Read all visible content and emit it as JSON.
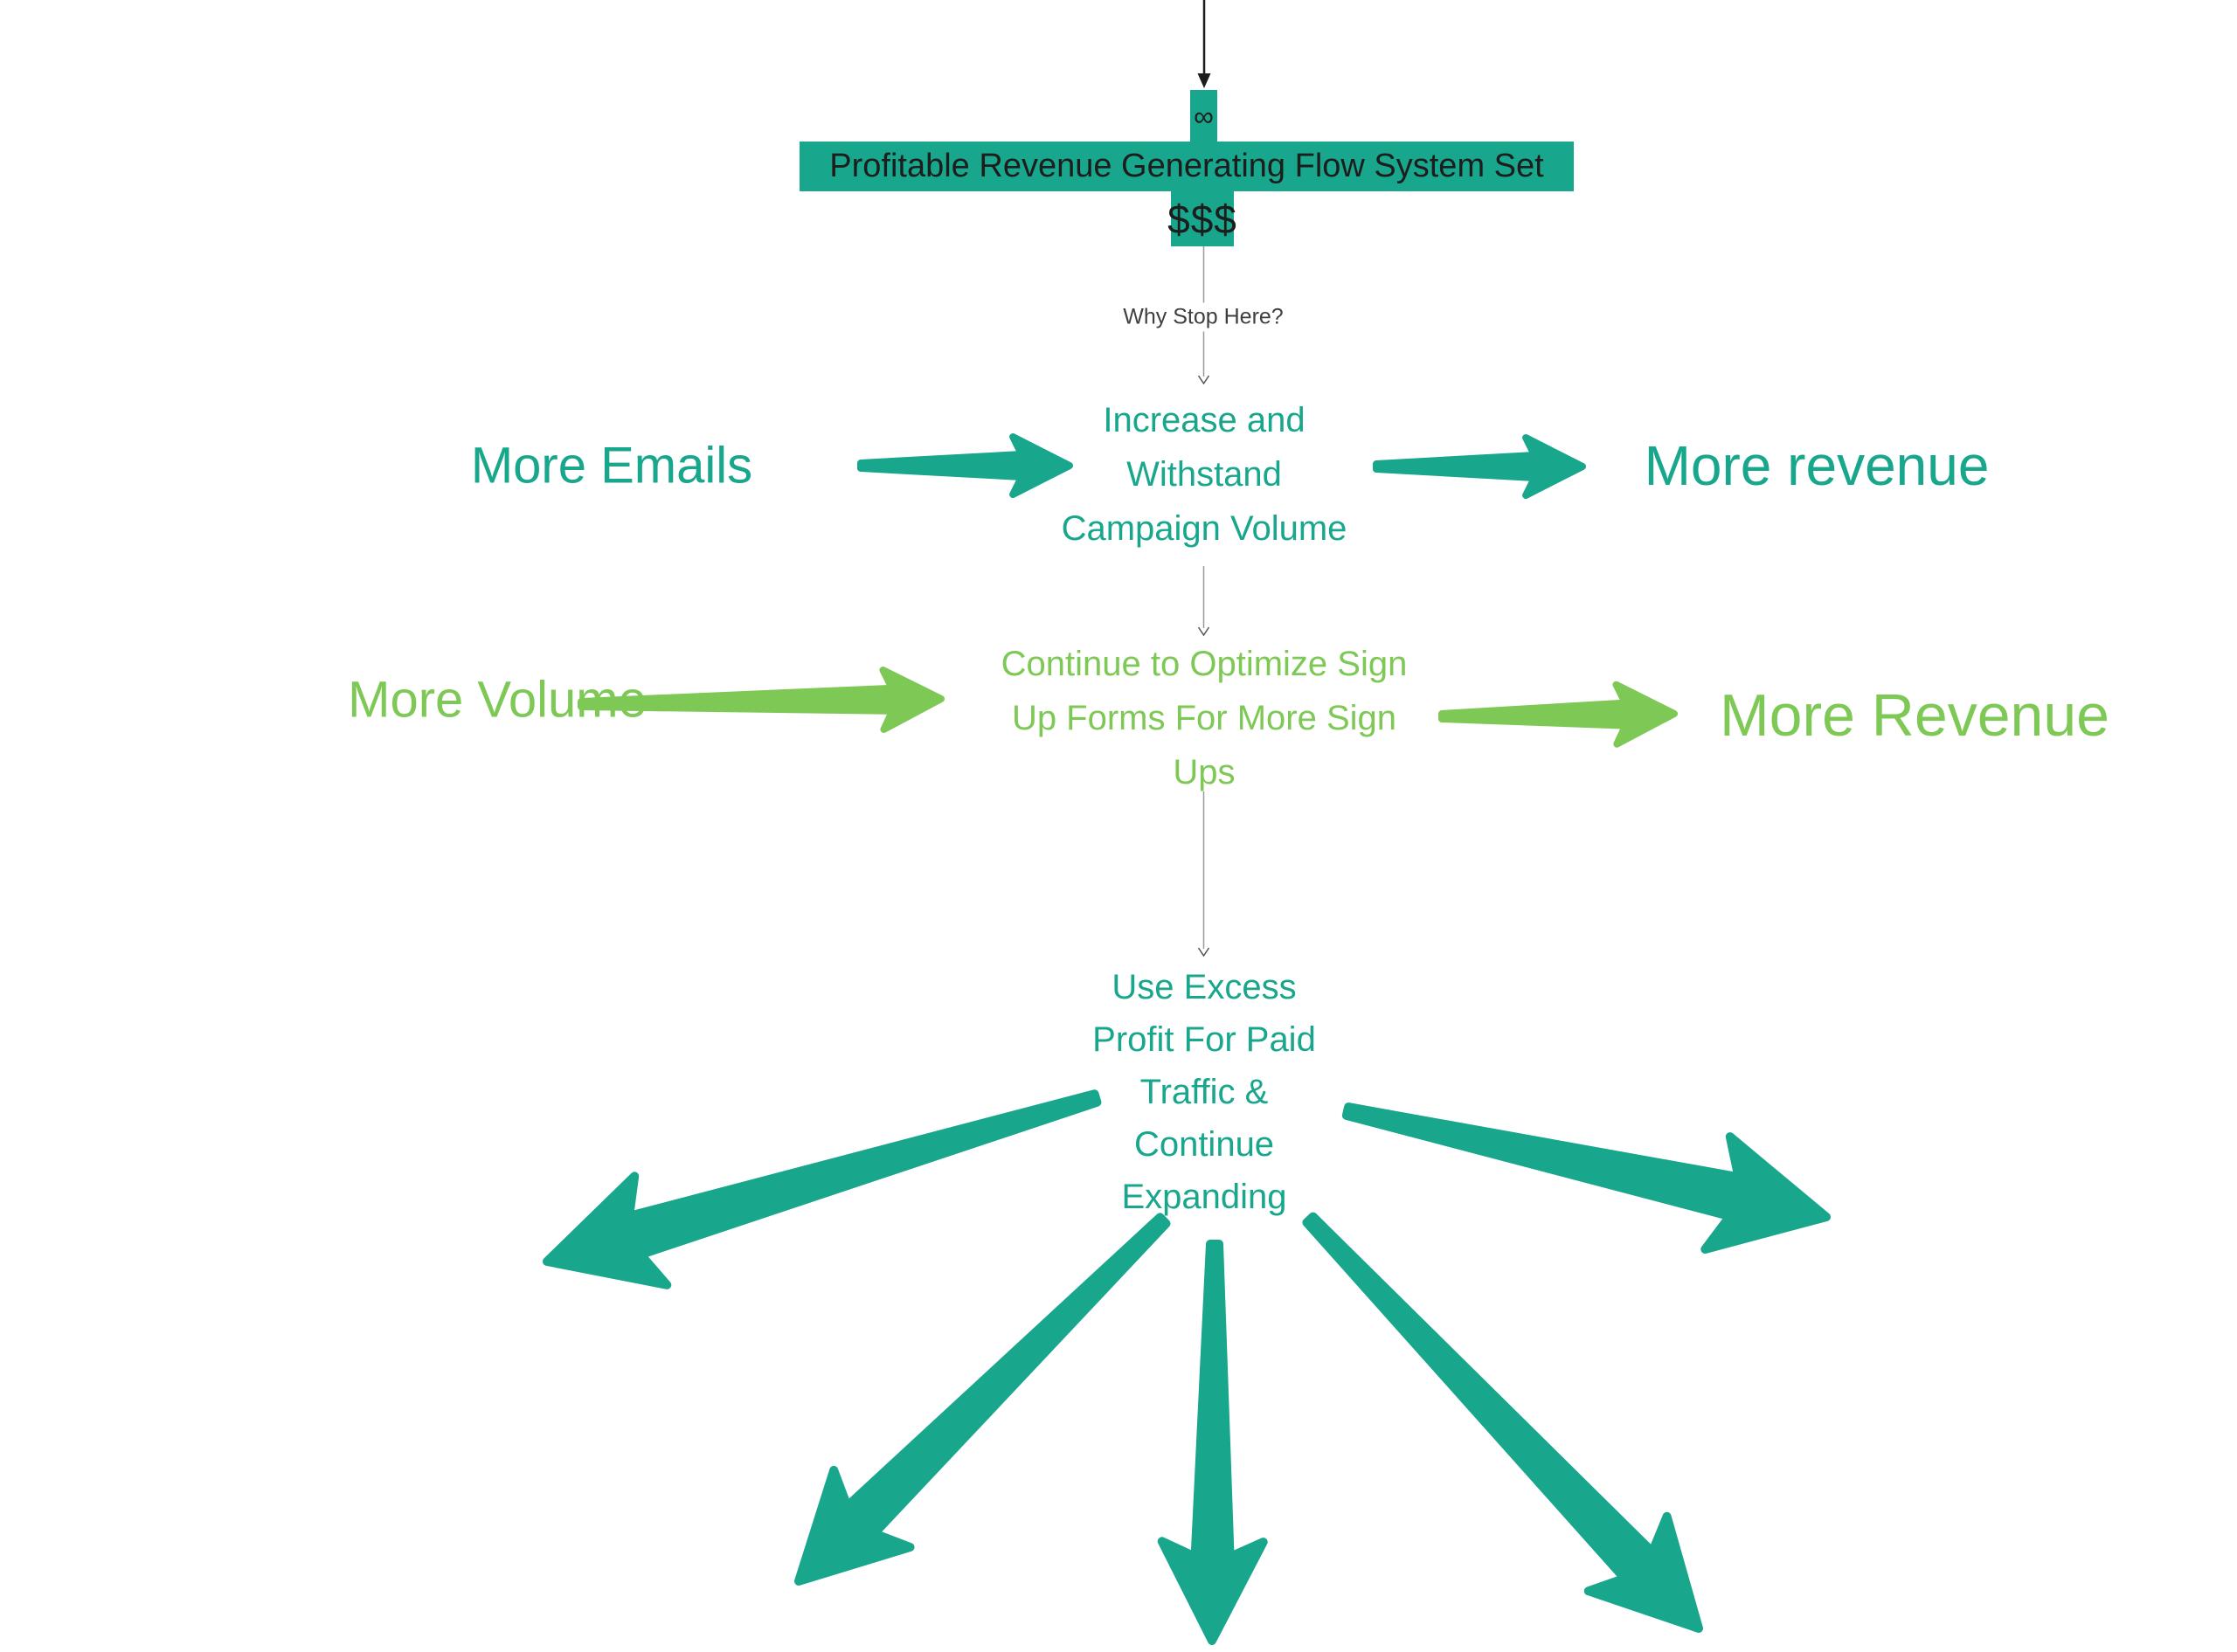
{
  "colors": {
    "teal": "#18a78c",
    "green": "#7ec855",
    "black": "#1d1d1d",
    "connector_gray": "#9a9a9a",
    "connector_head": "#555555",
    "dark_text": "#3f3f3f"
  },
  "top": {
    "infinity": "∞",
    "title": "Profitable Revenue Generating Flow System Set",
    "dollars": "$$$",
    "why_stop": "Why Stop Here?"
  },
  "row1": {
    "left_label": "More Emails",
    "node_lines": [
      "Increase and",
      "Withstand",
      "Campaign Volume"
    ],
    "right_label": "More revenue"
  },
  "row2": {
    "left_label": "More Volume",
    "node_lines": [
      "Continue to Optimize Sign",
      "Up Forms For More Sign",
      "Ups"
    ],
    "right_label": "More Revenue"
  },
  "row3": {
    "node_lines": [
      "Use Excess",
      "Profit For Paid",
      "Traffic &",
      "Continue",
      "Expanding"
    ]
  }
}
